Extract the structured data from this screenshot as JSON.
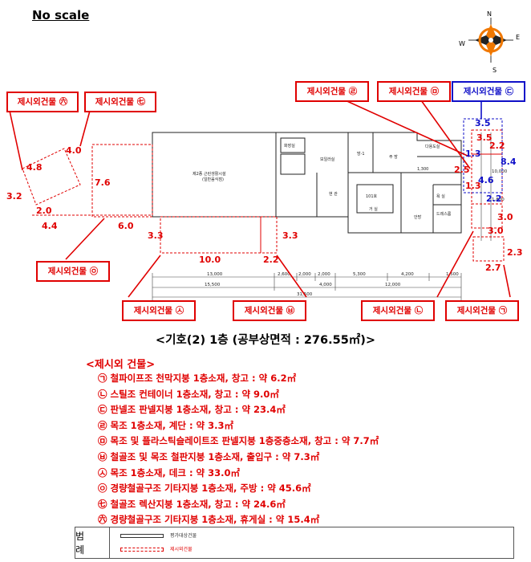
{
  "no_scale": "No scale",
  "compass": {
    "n": "N",
    "e": "E",
    "s": "S",
    "w": "W"
  },
  "callouts": {
    "cha": "제시외건물 ㊅",
    "ja": "제시외건물 ㊆",
    "ra": "제시외건물 ㉣",
    "ma": "제시외건물 ㉤",
    "da": "제시외건물 ㉢",
    "a": "제시외건물 ㉧",
    "sa": "제시외건물 ㉦",
    "ba": "제시외건물 ㉥",
    "na": "제시외건물 ㉡",
    "ga": "제시외건물 ㉠"
  },
  "dimensions": {
    "left_4_0": "4.0",
    "left_4_8": "4.8",
    "left_3_2": "3.2",
    "left_2_0": "2.0",
    "left_7_6": "7.6",
    "left_4_4": "4.4",
    "left_6_0": "6.0",
    "mid_3_3a": "3.3",
    "mid_3_3b": "3.3",
    "mid_10_0": "10.0",
    "mid_2_2": "2.2",
    "r_3_5a": "3.5",
    "r_2_2a": "2.2",
    "r_1_3a": "1.3",
    "r_2_5": "2.5",
    "r_1_3b": "1.3",
    "r_3_5b": "3.5",
    "r_4_6": "4.6",
    "r_8_4": "8.4",
    "r_2_2b": "2.2",
    "r_3_0a": "3.0",
    "r_3_0b": "3.0",
    "r_2_3": "2.3",
    "r_2_7": "2.7"
  },
  "plan_labels": {
    "main_hall": "제2종 근린생활시설",
    "main_hall_sub": "(일반음식점)",
    "room1": "방-1",
    "kitchen": "주 방",
    "living": "거 실",
    "unit": "101호",
    "room_anbang": "안방",
    "hyeongwan": "현 관",
    "boiler": "보일러실",
    "dress": "드레스룸",
    "bath": "욕 실",
    "storage": "다용도실",
    "toilet": "화장실",
    "dim_13000": "13,000",
    "dim_2600": "2,600",
    "dim_2000a": "2,000",
    "dim_2000b": "2,000",
    "dim_5300": "5,300",
    "dim_4200": "4,200",
    "dim_1500": "1,500",
    "dim_15500": "15,500",
    "dim_4000": "4,000",
    "dim_12000": "12,000",
    "dim_31500": "31,500",
    "dim_1300": "1,300",
    "dim_1800": "1,800",
    "dim_10000": "10,000"
  },
  "title": "<기호(2) 1층 (공부상면적 : 276.55㎡)>",
  "list_heading": "<제시외 건물>",
  "list_items": [
    "㉠ 철파이프조 천막지붕 1층소재, 창고 : 약 6.2㎡",
    "㉡ 스틸조 컨테이너 1층소재, 창고 : 약 9.0㎡",
    "㉢ 판넬조 판넬지붕 1층소재, 창고 : 약 23.4㎡",
    "㉣ 목조 1층소재, 계단 : 약 3.3㎡",
    "㉤ 목조 및 플라스틱슬레이트조 판넬지붕 1층중층소재, 창고 : 약 7.7㎡",
    "㉥ 철골조 및 목조 철판지붕 1층소재, 출입구 : 약 7.3㎡",
    "㉦ 목조 1층소재, 데크 : 약 33.0㎡",
    "㉧ 경량철골구조 기타지붕 1층소재, 주방 : 약 45.6㎡",
    "㊆ 철골조 렉산지붕 1층소재, 창고 : 약 24.6㎡",
    "㊅ 경량철골구조 기타지붕 1층소재, 휴게실 : 약 15.4㎡"
  ],
  "legend": {
    "label": "범 례",
    "subject": "평가대상건물",
    "extra": "제시외건물"
  },
  "colors": {
    "red": "#e00000",
    "blue": "#1010c8",
    "compass_orange": "#f07800"
  }
}
